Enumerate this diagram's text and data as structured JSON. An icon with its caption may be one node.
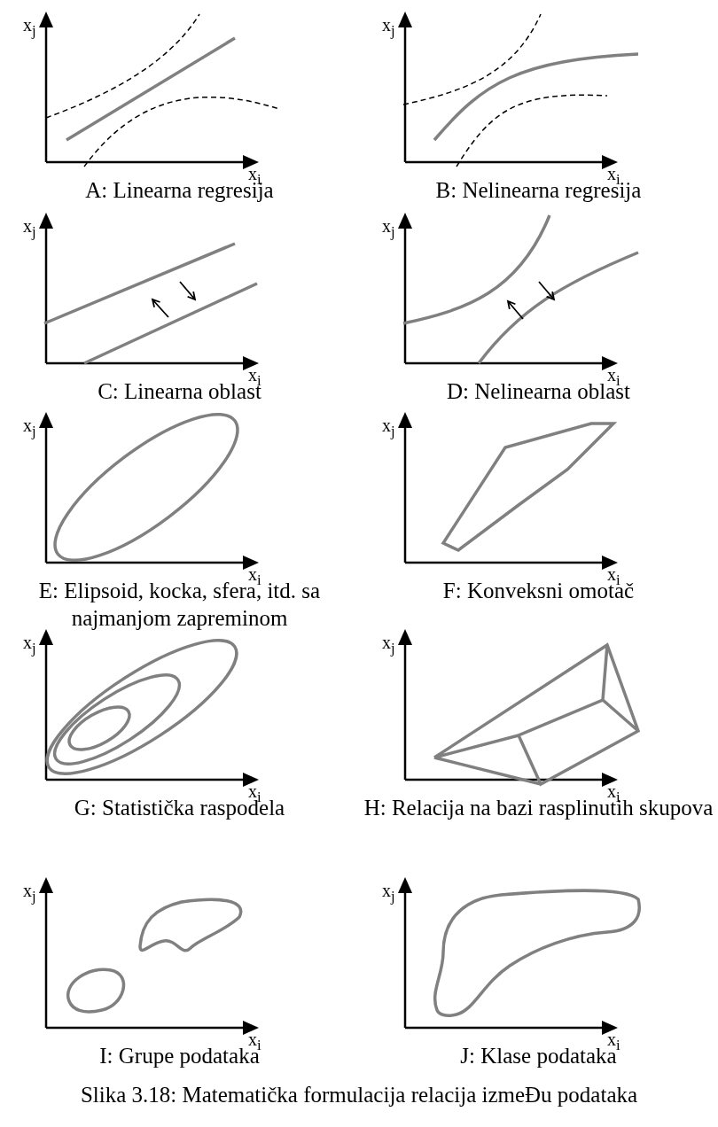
{
  "diagram": {
    "caption": "Slika 3.18: Matematička formulacija relacija izmeĐu podataka",
    "labels": [
      "x$_{j}$",
      "x$_{j}$",
      "x$_{i}$",
      "x$_{i}$",
      "A: Linearna regresija",
      "B: Nelinearna regresija",
      "x$_{j}$",
      "x$_{j}$",
      "x$_{i}$",
      "x$_{i}$",
      "C: Linearna oblast",
      "D: Nelinearna oblast",
      "x$_{j}$",
      "x$_{j}$",
      "x$_{i}$",
      "x$_{i}$",
      "E: Elipsoid, kocka, sfera, itd. sa najmanjom zapreminom",
      "F: Konveksni omotač",
      "x$_{j}$",
      "x$_{j}$",
      "x$_{i}$",
      "x$_{i}$",
      "G: Statistička raspodela",
      "H: Relacija na bazi rasplinutih skupova",
      "x$_{j}$",
      "x$_{j}$",
      "x$_{i}$",
      "x$_{i}$",
      "I: Grupe podataka",
      "J: Klase podataka"
    ]
  }
}
